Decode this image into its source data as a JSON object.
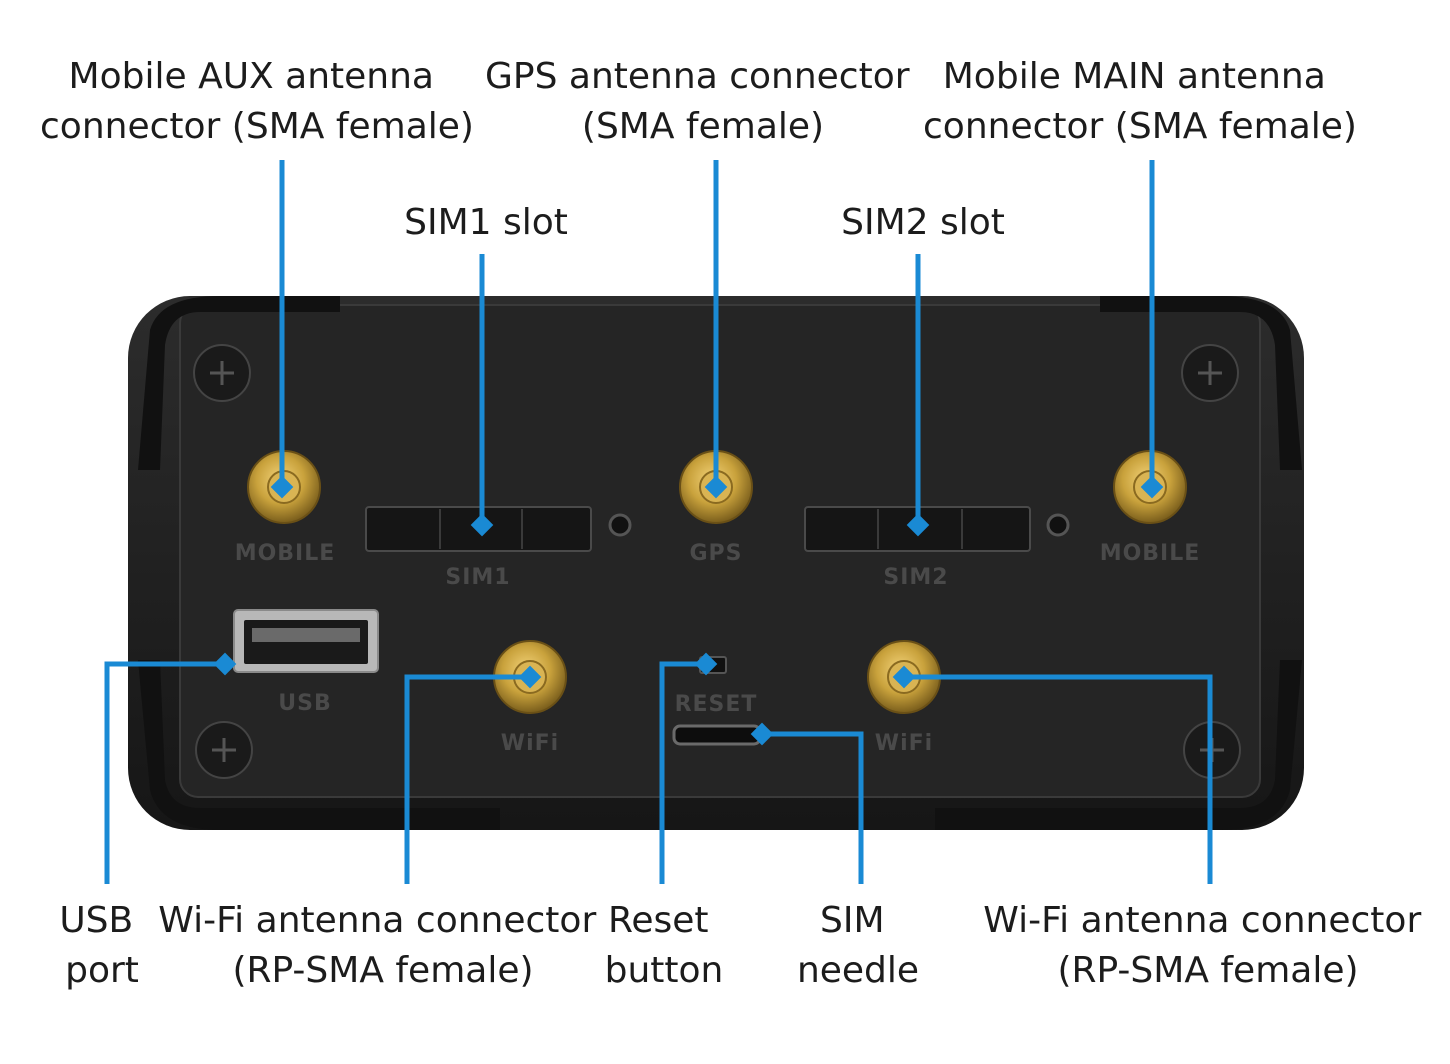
{
  "callouts": {
    "mobile_aux": [
      "Mobile AUX antenna",
      "connector (SMA female)"
    ],
    "gps": [
      "GPS antenna connector",
      "(SMA female)"
    ],
    "mobile_main": [
      "Mobile MAIN antenna",
      "connector (SMA female)"
    ],
    "sim1_slot": [
      "SIM1 slot"
    ],
    "sim2_slot": [
      "SIM2 slot"
    ],
    "usb_port": [
      "USB",
      "port"
    ],
    "wifi_left": [
      "Wi-Fi antenna connector",
      "(RP-SMA female)"
    ],
    "reset_button": [
      "Reset",
      "button"
    ],
    "sim_needle": [
      "SIM",
      "needle"
    ],
    "wifi_right": [
      "Wi-Fi antenna connector",
      "(RP-SMA female)"
    ]
  },
  "panel_labels": {
    "mobile_left": "MOBILE",
    "sim1": "SIM1",
    "gps": "GPS",
    "sim2": "SIM2",
    "mobile_right": "MOBILE",
    "usb": "USB",
    "wifi_left": "WiFi",
    "reset": "RESET",
    "wifi_right": "WiFi"
  },
  "colors": {
    "leader": "#1a8ad4",
    "device_body": "#1f1f1f",
    "device_face": "#2a2a2a",
    "connector_gold": "#c9a23c"
  }
}
